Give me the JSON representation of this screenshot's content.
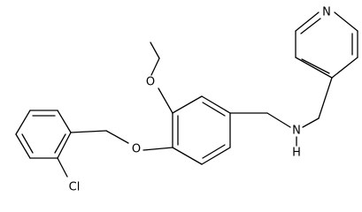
{
  "molecule": {
    "atom_labels": {
      "oxygen_ethoxy": "O",
      "oxygen_benzyloxy": "O",
      "nitrogen_pyridine": "N",
      "nitrogen_amine": "N",
      "hydrogen_amine": "H",
      "chlorine": "Cl"
    },
    "colors": {
      "bond": "#000000",
      "label": "#000000",
      "background": "#ffffff"
    }
  }
}
